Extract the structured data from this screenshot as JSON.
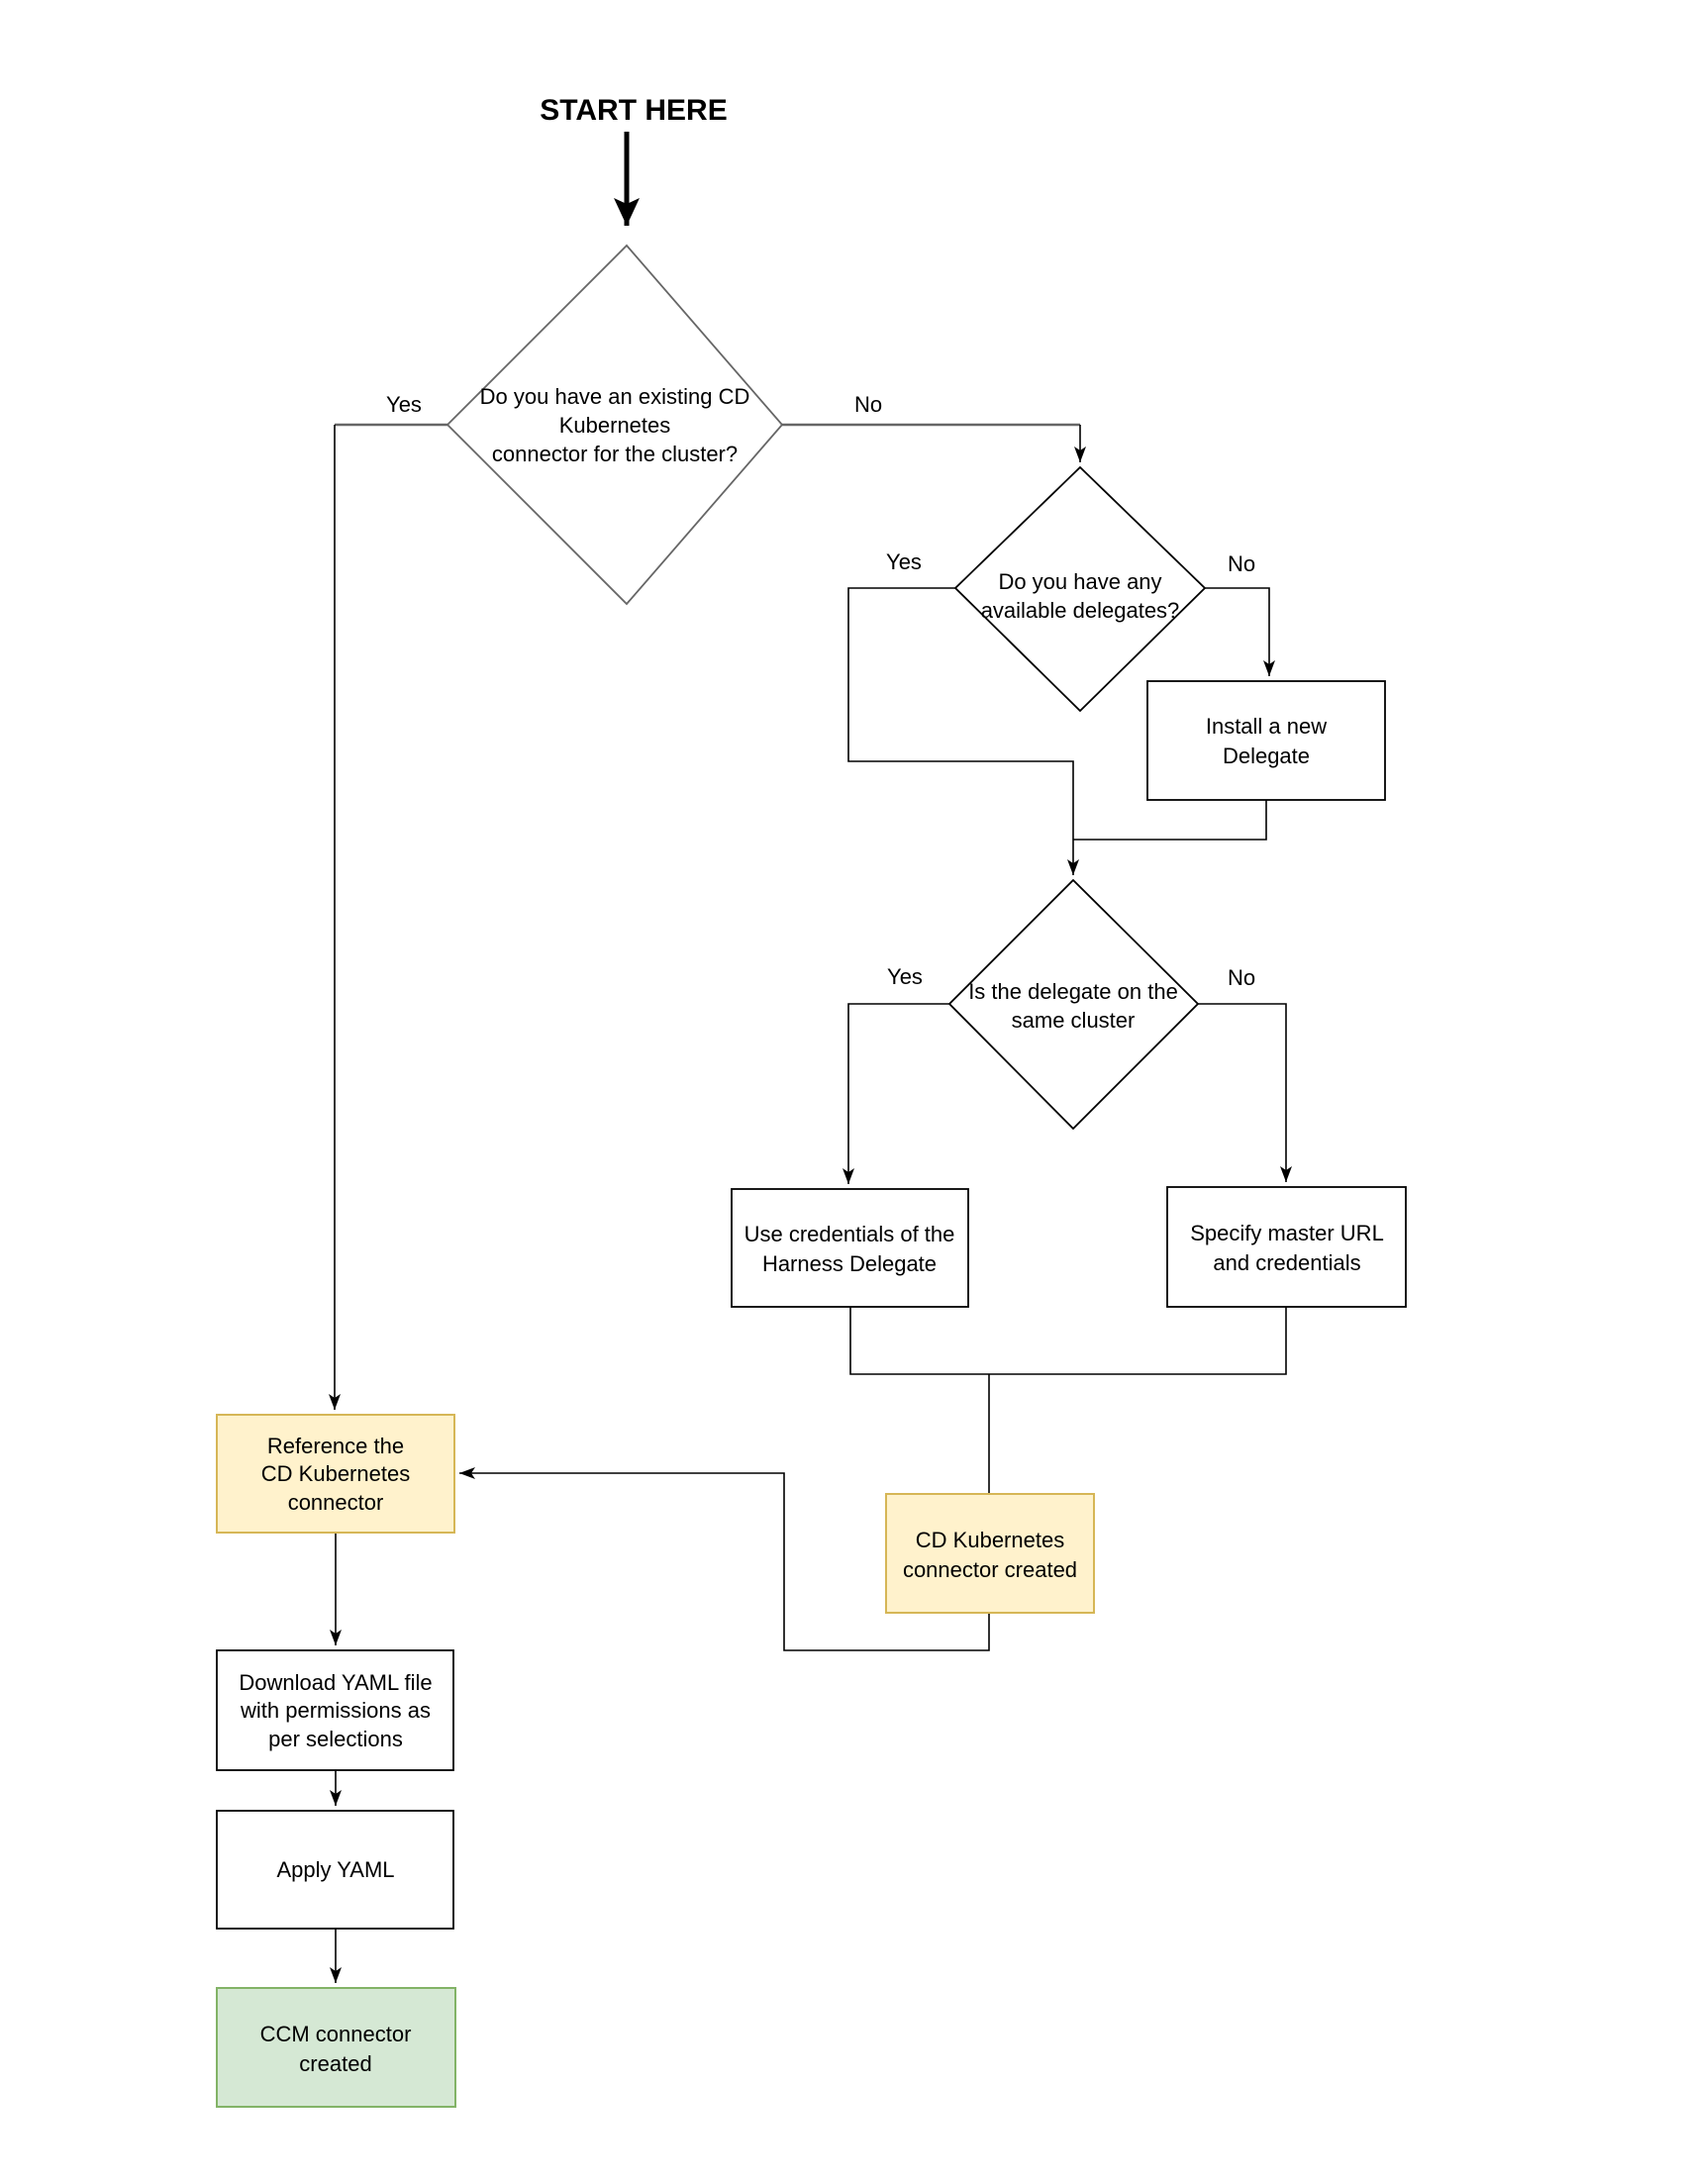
{
  "start": {
    "label": "START HERE"
  },
  "nodes": {
    "existing_connector": {
      "lines": [
        "Do you have an existing CD",
        "Kubernetes",
        "connector for the cluster?"
      ]
    },
    "available_delegates": {
      "lines": [
        "Do you have any",
        "available delegates?"
      ]
    },
    "install_delegate": {
      "lines": [
        "Install a new",
        "Delegate"
      ]
    },
    "same_cluster": {
      "lines": [
        "Is the delegate on the",
        "same cluster"
      ]
    },
    "use_credentials": {
      "lines": [
        "Use credentials of the",
        "Harness Delegate"
      ]
    },
    "specify_master": {
      "lines": [
        "Specify master URL",
        "and credentials"
      ]
    },
    "cd_connector_created": {
      "lines": [
        "CD Kubernetes",
        "connector created"
      ]
    },
    "reference_connector": {
      "lines": [
        "Reference the",
        "CD Kubernetes",
        "connector"
      ]
    },
    "download_yaml": {
      "lines": [
        "Download YAML file",
        "with permissions as",
        "per selections"
      ]
    },
    "apply_yaml": {
      "lines": [
        "Apply YAML"
      ]
    },
    "ccm_created": {
      "lines": [
        "CCM connector",
        "created"
      ]
    }
  },
  "labels": {
    "existing_yes": "Yes",
    "existing_no": "No",
    "delegates_yes": "Yes",
    "delegates_no": "No",
    "cluster_yes": "Yes",
    "cluster_no": "No"
  },
  "colors": {
    "line": "#000000",
    "gray_line": "#666666",
    "yellow_fill": "#fff2cc",
    "yellow_stroke": "#d6b656",
    "green_fill": "#d5e8d4",
    "green_stroke": "#82b366"
  }
}
